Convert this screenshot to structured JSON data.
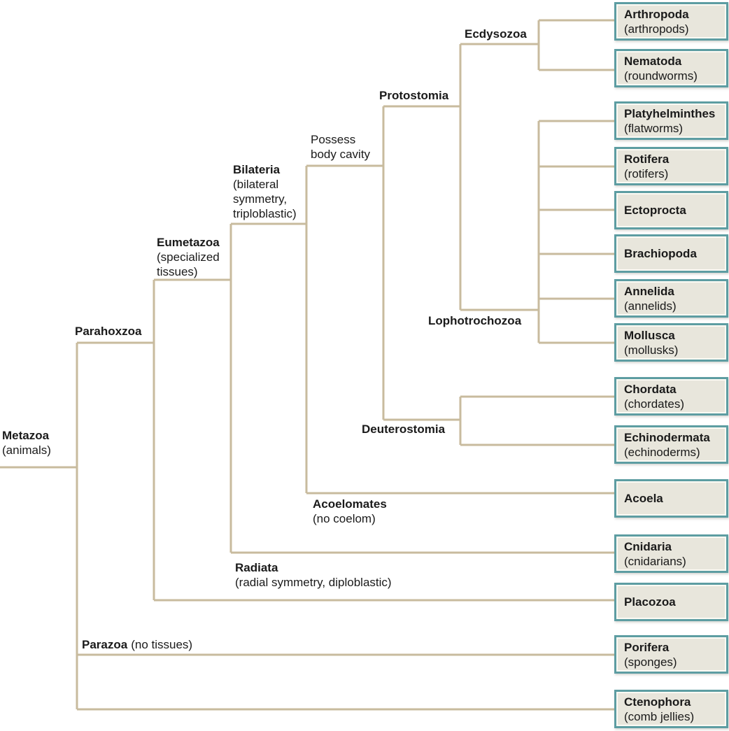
{
  "colors": {
    "line": "#c8bb9e",
    "box_border": "#5d9da2",
    "box_fill": "#e8e6dc",
    "text": "#1a1a1a"
  },
  "labels": {
    "metazoa": {
      "name": "Metazoa",
      "detail": "(animals)"
    },
    "parahoxzoa": {
      "name": "Parahoxzoa"
    },
    "parazoa": {
      "name": "Parazoa",
      "detail": "(no tissues)"
    },
    "eumetazoa": {
      "name": "Eumetazoa",
      "detail": "(specialized tissues)"
    },
    "bilateria": {
      "name": "Bilateria",
      "detail": "(bilateral symmetry, triploblastic)"
    },
    "body_cavity": {
      "text": "Possess body cavity"
    },
    "acoelomates": {
      "name": "Acoelomates",
      "detail": "(no coelom)"
    },
    "radiata": {
      "name": "Radiata",
      "detail": "(radial symmetry, diploblastic)"
    },
    "protostomia": {
      "name": "Protostomia"
    },
    "deuterostomia": {
      "name": "Deuterostomia"
    },
    "ecdysozoa": {
      "name": "Ecdysozoa"
    },
    "lophotrochozoa": {
      "name": "Lophotrochozoa"
    }
  },
  "taxa": [
    {
      "name": "Arthropoda",
      "common": "(arthropods)"
    },
    {
      "name": "Nematoda",
      "common": "(roundworms)"
    },
    {
      "name": "Platyhelminthes",
      "common": "(flatworms)"
    },
    {
      "name": "Rotifera",
      "common": "(rotifers)"
    },
    {
      "name": "Ectoprocta",
      "common": ""
    },
    {
      "name": "Brachiopoda",
      "common": ""
    },
    {
      "name": "Annelida",
      "common": "(annelids)"
    },
    {
      "name": "Mollusca",
      "common": "(mollusks)"
    },
    {
      "name": "Chordata",
      "common": "(chordates)"
    },
    {
      "name": "Echinodermata",
      "common": "(echinoderms)"
    },
    {
      "name": "Acoela",
      "common": ""
    },
    {
      "name": "Cnidaria",
      "common": "(cnidarians)"
    },
    {
      "name": "Placozoa",
      "common": ""
    },
    {
      "name": "Porifera",
      "common": "(sponges)"
    },
    {
      "name": "Ctenophora",
      "common": "(comb jellies)"
    }
  ],
  "hierarchy": {
    "root": "Metazoa (animals)",
    "children": [
      {
        "clade": "Parahoxzoa",
        "children": [
          {
            "clade": "Eumetazoa (specialized tissues)",
            "children": [
              {
                "clade": "Bilateria (bilateral symmetry, triploblastic)",
                "children": [
                  {
                    "clade": "Possess body cavity",
                    "children": [
                      {
                        "clade": "Protostomia",
                        "children": [
                          {
                            "clade": "Ecdysozoa",
                            "taxa": [
                              "Arthropoda",
                              "Nematoda"
                            ]
                          },
                          {
                            "clade": "Lophotrochozoa",
                            "taxa": [
                              "Platyhelminthes",
                              "Rotifera",
                              "Ectoprocta",
                              "Brachiopoda",
                              "Annelida",
                              "Mollusca"
                            ]
                          }
                        ]
                      },
                      {
                        "clade": "Deuterostomia",
                        "taxa": [
                          "Chordata",
                          "Echinodermata"
                        ]
                      }
                    ]
                  },
                  {
                    "clade": "Acoelomates (no coelom)",
                    "taxa": [
                      "Acoela"
                    ]
                  }
                ]
              },
              {
                "clade": "Radiata (radial symmetry, diploblastic)",
                "taxa": [
                  "Cnidaria"
                ]
              },
              {
                "taxa": [
                  "Placozoa"
                ]
              }
            ]
          },
          {
            "taxa": [
              "Placozoa"
            ]
          }
        ]
      },
      {
        "clade": "Parazoa (no tissues)",
        "taxa": [
          "Porifera",
          "Ctenophora"
        ]
      }
    ]
  }
}
